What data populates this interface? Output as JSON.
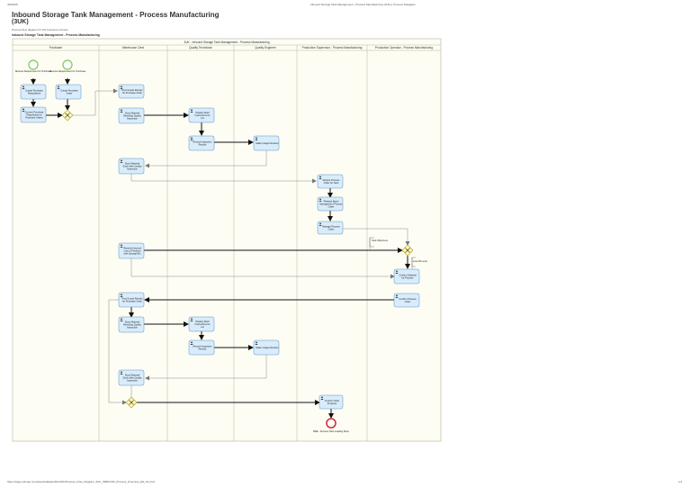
{
  "header": {
    "left": "4/6/2025",
    "center": "Inbound Storage Tank Management - Process Manufacturing (3UK) | Process Navigator"
  },
  "footer": {
    "left": "https://page.sdi.sap.com/assets/data/public/3UK/Process_Flow_Diagram_3UK_INBOUND_Process_Overview_EN_SL.html",
    "right": "1/1"
  },
  "doc": {
    "title": "Inbound Storage Tank Management - Process Manufacturing",
    "code": "(3UK)",
    "description": "Process flow diagram for this business process",
    "subtitle": "Inbound Storage Tank Management - Process Manufacturing"
  },
  "pool": {
    "title": "3UK - Inbound Storage Tank Management - Process Manufacturing"
  },
  "lanes": [
    "Purchaser",
    "Warehouse Clerk",
    "Quality Technician",
    "Quality Engineer",
    "Production Supervisor - Process Manufacturing",
    "Production Operator - Process Manufacturing"
  ],
  "events": {
    "start1": "Receive Requirement for Purchase",
    "start2": "Receive Requirement for Purchase",
    "end": "BRE - Process Tank Loading Plant"
  },
  "tasks": {
    "p1": "Create Purchase Requisitions",
    "p2": "Create Purchase Order",
    "p3": "Convert Purchase Requisitions to Purchase Orders",
    "w1": "Post Goods Receipt for Purchase Order",
    "w2": "Stock Material Resulting Quality Inspection",
    "w3": "Stock Material Stock after Quality Inspection",
    "w4": "Reserve Inbound Lots of Products with Storage Bin",
    "w5": "Post Goods Receipt for Purchase Order",
    "w6": "Stock Material Resulting Quality Inspection",
    "w7": "Stock Material Stock after Quality Inspection",
    "qt1": "Display Work Instructions for Lot",
    "qt2": "Record Inspection Results",
    "qt3": "Display Work Instructions for Lot",
    "qt4": "Record Inspection Results",
    "qe1": "Make Usage Decision",
    "qe2": "Make Usage Decision",
    "ps1": "Monitor Process Order for Tank",
    "ps2": "Release Batch Management Process Order",
    "ps3": "Manage Process Order",
    "ps4": "Confirm Order Progress",
    "po1": "Confirm Material for Process",
    "po2": "Confirm Process Order"
  },
  "annotations": {
    "a1": "Tank Filled Low",
    "a2": "Low Fill Level"
  },
  "colors": {
    "pool_bg": "#fdfdf4",
    "lane_border": "#b5b59a",
    "task_fill": "#d8ecfb",
    "task_stroke": "#5e8fc4",
    "start_stroke": "#7cc856",
    "end_stroke": "#cc3333",
    "gateway_fill": "#fff7b3",
    "gateway_stroke": "#a89a2e"
  }
}
